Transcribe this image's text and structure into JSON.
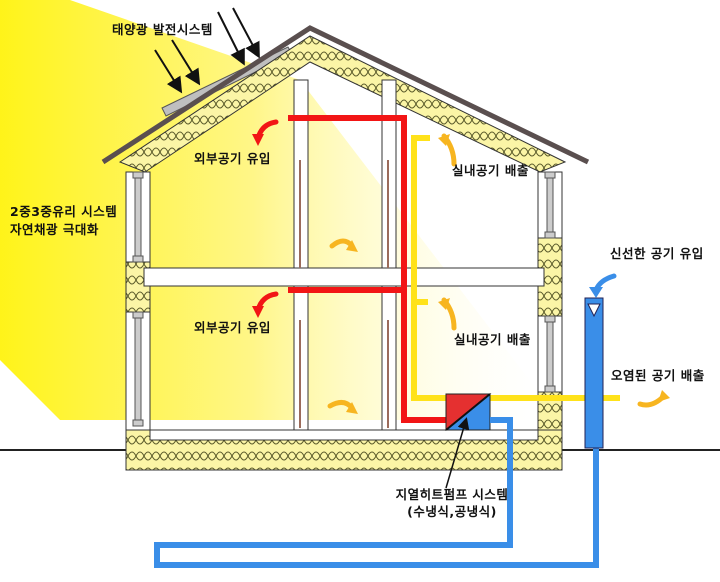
{
  "colors": {
    "sunlight": "#fff200",
    "insulation_fill": "#fbf5a6",
    "insulation_line": "#5a5a2a",
    "roof": "#5a4f4f",
    "outline": "#333333",
    "outside_air_duct": "#f21515",
    "exhaust_air_duct": "#ffe21a",
    "geothermal_pipe": "#3a8ee8",
    "solar_panel": "#bfbfbf",
    "flow_arrow_orange": "#f7b520",
    "heat_exchanger_hot": "#e53030",
    "heat_exchanger_cold": "#3a8ee8"
  },
  "labels": {
    "solar_system": "태양광 발전시스템",
    "glazing_line1": "2중3중유리 시스템",
    "glazing_line2": "자연채광 극대화",
    "outside_air_in_upper": "외부공기 유입",
    "outside_air_in_lower": "외부공기 유입",
    "indoor_exhaust_upper": "실내공기 배출",
    "indoor_exhaust_lower": "실내공기 배출",
    "fresh_air_in": "신선한 공기 유입",
    "polluted_air_out": "오염된 공기 배출",
    "heat_pump_line1": "지열히트펌프 시스템",
    "heat_pump_line2": "(수냉식,공냉식)"
  }
}
